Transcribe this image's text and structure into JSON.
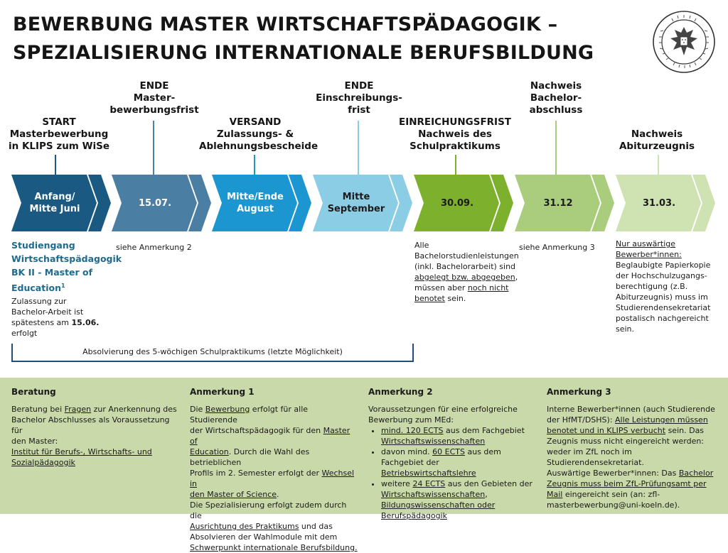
{
  "title": {
    "line1": "BEWERBUNG MASTER WIRTSCHAFTSPÄDAGOGIK –",
    "line2": "SPEZIALISIERUNG INTERNATIONALE BERUFSBILDUNG"
  },
  "seal": {
    "icon": "university-seal-icon",
    "text_top": "Wirtschafts- und Sozialwissenschaftliche",
    "text_bottom": "Fakultät der Universität zu Köln"
  },
  "milestones": [
    {
      "lines": [
        "START",
        "Masterbewerbung",
        "in KLIPS zum WiSe"
      ]
    },
    {
      "lines": [
        "ENDE",
        "Master-",
        "bewerbungsfrist"
      ]
    },
    {
      "lines": [
        "VERSAND",
        "Zulassungs- &",
        "Ablehnungsbescheide"
      ]
    },
    {
      "lines": [
        "ENDE",
        "Einschreibungs-",
        "frist"
      ]
    },
    {
      "lines": [
        "EINREICHUNGSFRIST",
        "Nachweis des",
        "Schulpraktikums"
      ]
    },
    {
      "lines": [
        "Nachweis",
        "Bachelor-",
        "abschluss"
      ]
    },
    {
      "lines": [
        "Nachweis",
        "Abiturzeugnis"
      ]
    }
  ],
  "chevrons": [
    {
      "lines": [
        "Anfang/",
        "Mitte Juni"
      ],
      "color": "#1a5a82"
    },
    {
      "lines": [
        "15.07."
      ],
      "color": "#4a7fa3"
    },
    {
      "lines": [
        "Mitte/Ende",
        "August"
      ],
      "color": "#1b96d0"
    },
    {
      "lines": [
        "Mitte",
        "September"
      ],
      "color": "#8ccde6"
    },
    {
      "lines": [
        "30.09."
      ],
      "color": "#7db02d"
    },
    {
      "lines": [
        "31.12"
      ],
      "color": "#a9cd7c"
    },
    {
      "lines": [
        "31.03."
      ],
      "color": "#cfe2b2"
    }
  ],
  "notes": {
    "studiengang": [
      "Studiengang",
      "Wirtschaftspädagogik",
      "BK II - Master of",
      "Education"
    ],
    "studiengang_sup": "1",
    "zulassung": {
      "l1": "Zulassung zur",
      "l2": "Bachelor-Arbeit ist",
      "l3_pre": "spätestens am ",
      "l3_bold": "15.06.",
      "l4": "erfolgt"
    },
    "anm2_ref": "siehe Anmerkung 2",
    "anm3_ref": "siehe Anmerkung 3",
    "bachelor": {
      "l1": "Alle",
      "l2": "Bachelorstudienleistungen",
      "l3": "(inkl. Bachelorarbeit) sind",
      "l4_u": "abgelegt bzw. abgegeben",
      "l4_post": ",",
      "l5_pre": "müssen aber ",
      "l5_u": "noch nicht",
      "l6_u": "benotet",
      "l6_post": " sein."
    },
    "abitur": {
      "u1": "Nur auswärtige",
      "u2": "Bewerber*innen:",
      "l3": "Beglaubigte Papierkopie",
      "l4": "der Hochschulzugangs-",
      "l5": "berechtigung (z.B.",
      "l6": "Abiturzeugnis) muss im",
      "l7": "Studierendensekretariat",
      "l8": "postalisch nachgereicht",
      "l9": "sein."
    }
  },
  "bracket_label": "Absolvierung des 5-wöchigen Schulpraktikums (letzte Möglichkeit)",
  "footer": {
    "beratung": {
      "heading": "Beratung",
      "p1_pre": "Beratung bei ",
      "p1_u": "Fragen",
      "p1_post": " zur Anerkennung des",
      "p2": "Bachelor Abschlusses als Voraussetzung für",
      "p3": "den Master:",
      "link1": "Institut für Berufs-, Wirtschafts- und",
      "link2": "Sozialpädagogik"
    },
    "anm1": {
      "heading": "Anmerkung 1",
      "a_pre": "Die ",
      "a_u": "Bewerbung",
      "a_post": " erfolgt für alle Studierende",
      "b_pre": "der Wirtschaftspädagogik für den ",
      "b_u": "Master of",
      "c_u": "Education",
      "c_post": ". Durch die Wahl des betrieblichen",
      "d_pre": "Profils im 2. Semester erfolgt der ",
      "d_u": "Wechsel in",
      "e_u": "den Master of Science",
      "e_post": ".",
      "f": "Die Spezialisierung erfolgt zudem durch die",
      "g_u": "Ausrichtung des Praktikums",
      "g_post": " und das",
      "h": "Absolvieren der Wahlmodule mit dem",
      "i_u": "Schwerpunkt internationale Berufsbildung."
    },
    "anm2": {
      "heading": "Anmerkung 2",
      "intro1": "Voraussetzungen für eine erfolgreiche",
      "intro2": "Bewerbung zum MEd:",
      "b1_u": "mind. 120 ECTS",
      "b1_post": " aus dem Fachgebiet",
      "b1_u2": "Wirtschaftswissenschaften",
      "b2_pre": "davon mind. ",
      "b2_u": "60 ECTS",
      "b2_post": " aus dem",
      "b2_l2_pre": "Fachgebiet der ",
      "b2_u2": "Betriebswirtschaftslehre",
      "b3_pre": "weitere ",
      "b3_u": "24 ECTS",
      "b3_post": " aus den Gebieten der",
      "b3_u2": "Wirtschaftswissenschaften",
      "b3_post2": ",",
      "b3_u3": "Bildungswissenschaften oder",
      "b3_u4": "Berufspädagogik"
    },
    "anm3": {
      "heading": "Anmerkung 3",
      "a": "Interne Bewerber*innen (auch Studierende",
      "b_pre": "der HfMT/DSHS): ",
      "b_u": "Alle Leistungen müssen",
      "c_u": "benotet und in KLIPS verbucht",
      "c_post": " sein. Das",
      "d": "Zeugnis muss nicht eingereicht werden:",
      "e": "weder im ZfL noch im",
      "f": "Studierendensekretariat.",
      "g_pre": "Auswärtige Bewerber*innen: Das ",
      "g_u": "Bachelor",
      "h_u": "Zeugnis muss beim ZfL-Prüfungsamt per",
      "i_u": "Mail",
      "i_post": " eingereicht sein (an: zfl-",
      "j": "masterbewerbung@uni-koeln.de)."
    }
  }
}
